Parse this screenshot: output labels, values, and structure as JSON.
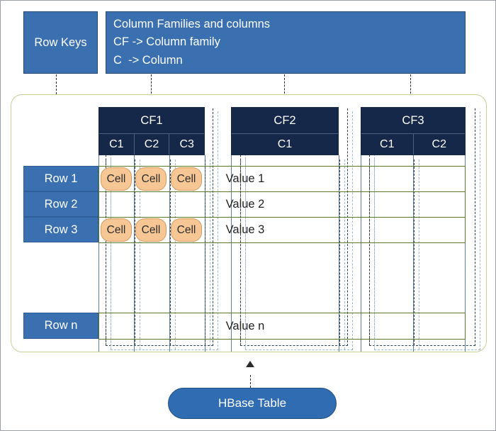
{
  "legend": {
    "row_keys_label": "Row Keys",
    "lines": [
      "Column Families and columns",
      "CF -> Column family",
      "C  -> Column"
    ]
  },
  "column_families": [
    {
      "name": "CF1",
      "columns": [
        "C1",
        "C2",
        "C3"
      ]
    },
    {
      "name": "CF2",
      "columns": [
        "C1"
      ]
    },
    {
      "name": "CF3",
      "columns": [
        "C1",
        "C2"
      ]
    }
  ],
  "rows": [
    {
      "label": "Row 1",
      "value": "Value 1",
      "cells": [
        "Cell",
        "Cell",
        "Cell"
      ]
    },
    {
      "label": "Row 2",
      "value": "Value 2",
      "cells": []
    },
    {
      "label": "Row 3",
      "value": "Value 3",
      "cells": [
        "Cell",
        "Cell",
        "Cell"
      ]
    },
    {
      "label": "Row n",
      "value": "Value n",
      "cells": []
    }
  ],
  "caption": {
    "hbase_table_label": "HBase Table"
  },
  "colors": {
    "accent_blue": "#3a6fb0",
    "header_navy": "#16284a",
    "cell_orange": "#f6c795",
    "row_border_green": "#5c7a2d",
    "container_border": "#c7cf96"
  }
}
